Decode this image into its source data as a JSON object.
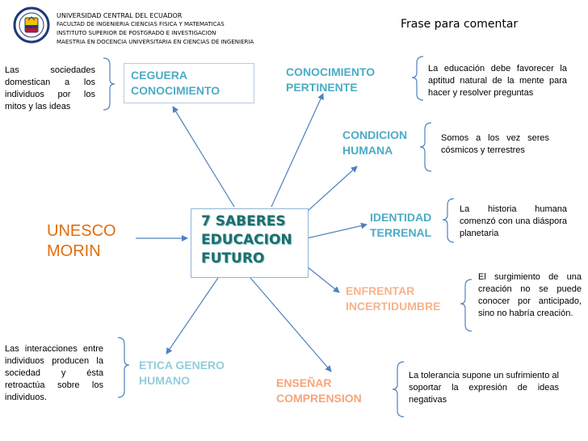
{
  "header": {
    "institution": "UNIVERSIDAD CENTRAL DEL ECUADOR",
    "lines": [
      "FACULTAD DE INGENIERIA CIENCIAS FISICA Y MATEMATICAS",
      "INSTITUTO SUPERIOR DE POSTGRADO E INVESTIGACION",
      "MAESTRIA EN DOCENCIA UNIVERSITARIA EN CIENCIAS DE INGENIERIA"
    ],
    "subtitle": "Frase para comentar"
  },
  "source": {
    "line1": "UNESCO",
    "line2": "MORIN"
  },
  "center": {
    "line1": "7 SABERES",
    "line2": "EDUCACION",
    "line3": "FUTURO"
  },
  "nodes": {
    "ceguera": {
      "line1": "CEGUERA",
      "line2": "CONOCIMIENTO"
    },
    "conocimiento": {
      "line1": "CONOCIMIENTO",
      "line2": "PERTINENTE"
    },
    "condicion": {
      "line1": "CONDICION",
      "line2": "HUMANA"
    },
    "identidad": {
      "line1": "IDENTIDAD",
      "line2": "TERRENAL"
    },
    "enfrentar": {
      "line1": "ENFRENTAR",
      "line2": "INCERTIDUMBRE"
    },
    "ensenar": {
      "line1": "ENSEÑAR",
      "line2": "COMPRENSION"
    },
    "etica": {
      "line1": "ETICA GENERO",
      "line2": "HUMANO"
    }
  },
  "notes": {
    "ceguera": "Las sociedades domestican a los individuos por los mitos y las ideas",
    "conocimiento": "La educación debe favorecer la aptitud natural de la mente para hacer y resolver preguntas",
    "condicion": "Somos a los vez seres cósmicos y terrestres",
    "identidad": "La historia humana comenzó con una diáspora planetaria",
    "enfrentar": "El surgimiento de una creación no se puede conocer por anticipado, sino no habría creación.",
    "ensenar": "La tolerancia supone un sufrimiento al soportar la expresión de ideas negativas",
    "etica": "Las interacciones entre individuos producen la sociedad y ésta retroactúa sobre los individuos."
  },
  "colors": {
    "orange": "#E36C0A",
    "blue": "#4BACC6",
    "center_text": "#1F6E6E",
    "arrow": "#4F81BD"
  },
  "icons": {
    "logo": "university-seal"
  }
}
